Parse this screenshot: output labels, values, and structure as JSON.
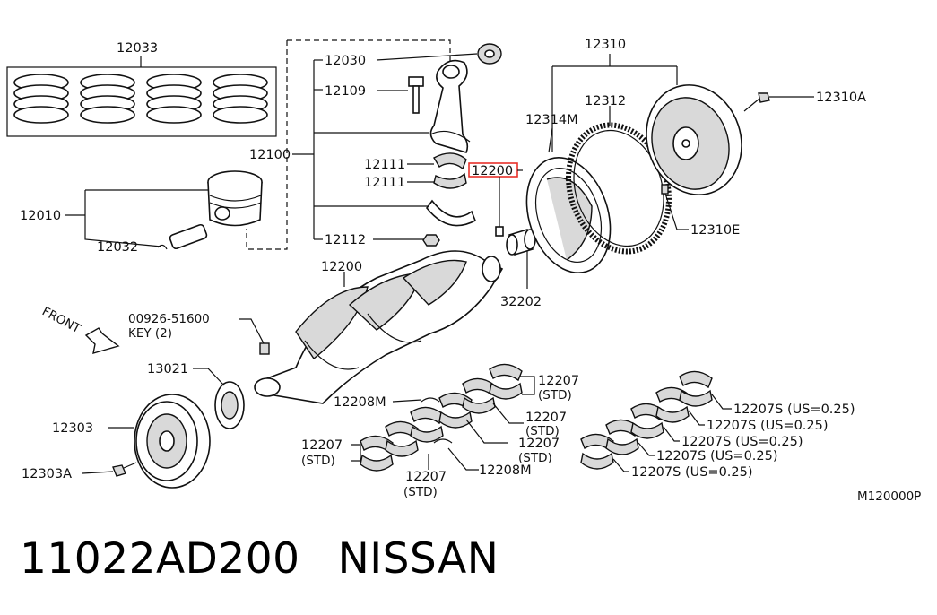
{
  "callouts": {
    "c12033": "12033",
    "c12030": "12030",
    "c12109": "12109",
    "c12100": "12100",
    "c12111a": "12111",
    "c12111b": "12111",
    "c12200_highlight": "12200",
    "c12010": "12010",
    "c12032": "12032",
    "c12112": "12112",
    "c12200": "12200",
    "c12310": "12310",
    "c12312": "12312",
    "c12314m": "12314M",
    "c12310a": "12310A",
    "c12310e": "12310E",
    "c32202": "32202",
    "c00926": "00926-51600",
    "key": "KEY (2)",
    "front": "FRONT",
    "c13021": "13021",
    "c12303": "12303",
    "c12303a": "12303A",
    "c12208m_a": "12208M",
    "c12208m_b": "12208M",
    "c12207_1": "12207",
    "c12207_1s": "(STD)",
    "c12207_2": "12207",
    "c12207_2s": "(STD)",
    "c12207_3": "12207",
    "c12207_3s": "(STD)",
    "c12207_4": "12207",
    "c12207_4s": "(STD)",
    "c12207_5": "12207",
    "c12207_5s": "(STD)",
    "us1": "12207S (US=0.25)",
    "us2": "12207S (US=0.25)",
    "us3": "12207S (US=0.25)",
    "us4": "12207S (US=0.25)",
    "us5": "12207S (US=0.25)",
    "diagram_code": "M120000P"
  },
  "footer": {
    "part_number": "11022AD200",
    "brand": "NISSAN"
  },
  "colors": {
    "highlight": "#e8302a",
    "ink": "#111111",
    "shade": "#d9d9d9"
  }
}
